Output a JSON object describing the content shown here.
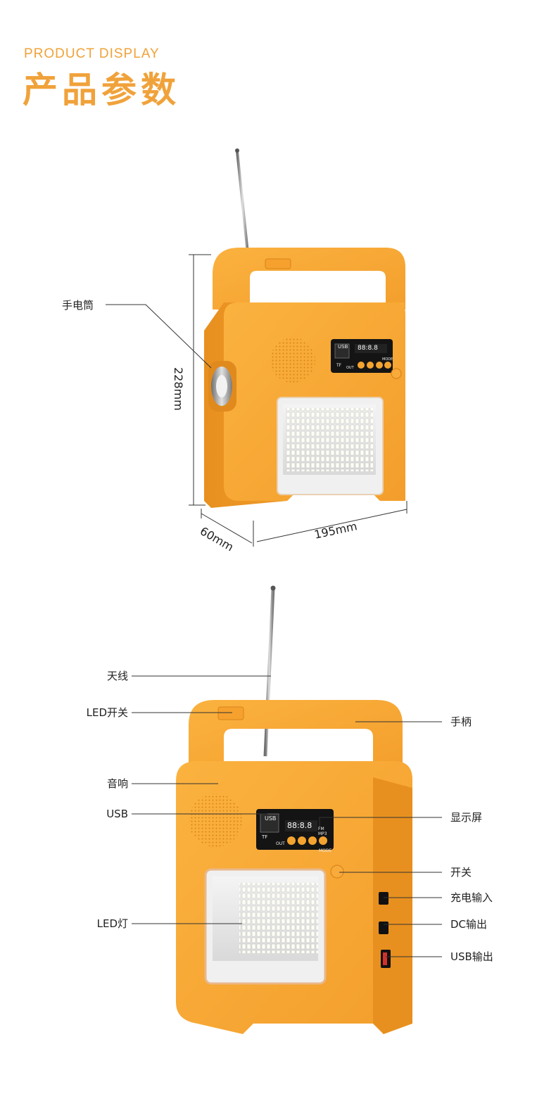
{
  "header": {
    "subtitle": "PRODUCT DISPLAY",
    "title": "产品参数"
  },
  "dimensions": {
    "height": "228mm",
    "depth": "60mm",
    "width": "195mm"
  },
  "top_product": {
    "flashlight_label": "手电筒",
    "usb_slot_text": "USB",
    "tf_text": "TF",
    "out_text": "OUT",
    "mode_text": "MODE",
    "display_digits": "88:8.8"
  },
  "bottom_product": {
    "left_labels": {
      "antenna": "天线",
      "led_switch": "LED开关",
      "speaker": "音响",
      "usb": "USB",
      "led_light": "LED灯"
    },
    "right_labels": {
      "handle": "手柄",
      "display": "显示屏",
      "power_switch": "开关",
      "charge_input": "充电输入",
      "dc_output": "DC输出",
      "usb_output": "USB输出"
    },
    "usb_slot_text": "USB",
    "tf_text": "TF",
    "out_text": "OUT",
    "mode_text": "MODE",
    "display_digits": "88:8.8",
    "fm_text": "FM",
    "mp3_text": "MP3"
  },
  "colors": {
    "accent": "#f0a23a",
    "body_orange": "#f7a531",
    "body_dark": "#e58c1b",
    "panel_black": "#141414"
  }
}
